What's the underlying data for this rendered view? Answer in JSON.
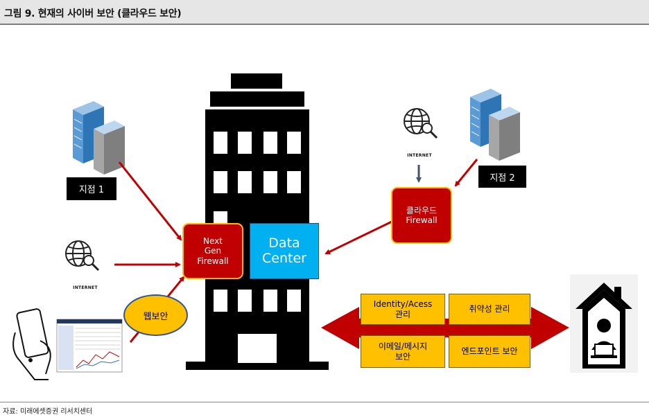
{
  "title": "그림 9. 현재의 사이버 보안 (클라우드 보안)",
  "source": "자료: 미래에셋증권 리서치센터",
  "nodes": {
    "branch1": "지점 1",
    "branch2": "지점 2",
    "internet_left": "INTERNET",
    "internet_right": "INTERNET",
    "ngfw_line1": "Next",
    "ngfw_line2": "Gen",
    "ngfw_line3": "Firewall",
    "datacenter_line1": "Data",
    "datacenter_line2": "Center",
    "cloud_fw_line1": "클라우드",
    "cloud_fw_line2": "Firewall",
    "web_security": "웹보안",
    "svc_identity_line1": "Identity/Acess",
    "svc_identity_line2": "관리",
    "svc_vuln": "취약성 관리",
    "svc_email_line1": "이메일/메시지",
    "svc_email_line2": "보안",
    "svc_endpoint": "엔드포인트 보안"
  },
  "colors": {
    "arrow_red": "#c00000",
    "firewall_red": "#c00000",
    "datacenter_blue": "#00b0f0",
    "service_gold": "#ffc000",
    "building_black": "#000000"
  }
}
